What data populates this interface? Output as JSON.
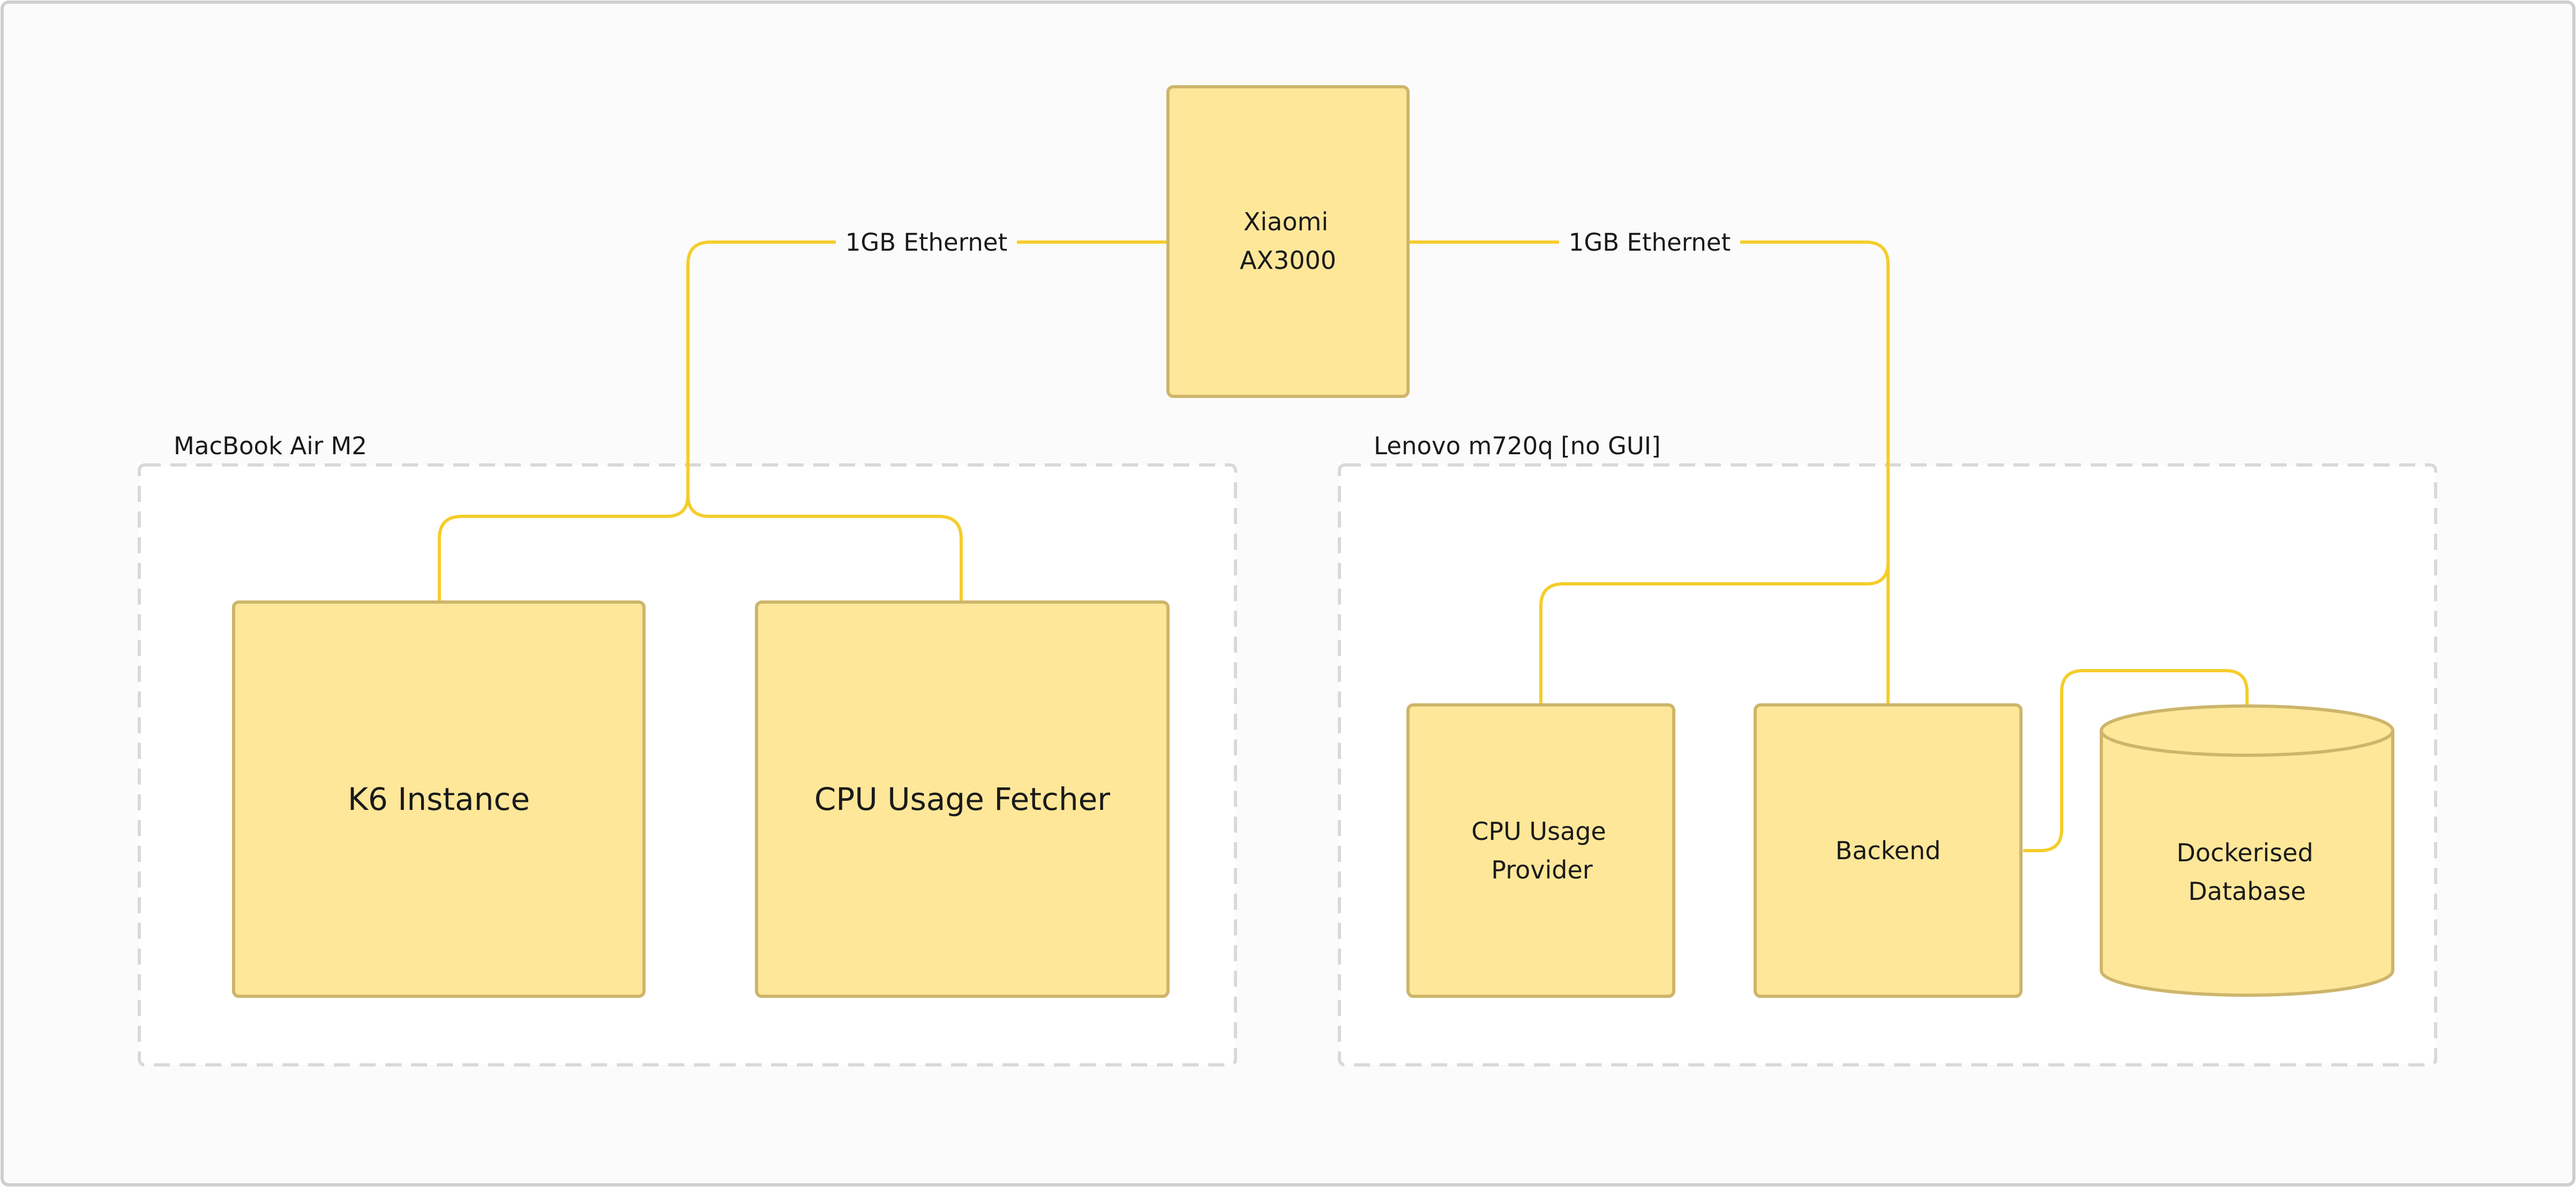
{
  "colors": {
    "background": "#fbfbfb",
    "frame": "#cfcfcf",
    "group_fill": "#ffffff",
    "group_border": "#d9d9d9",
    "node_fill": "#ffe799",
    "node_border": "#cdb56b",
    "connector": "#f5cd2a",
    "text": "#1a1a1a"
  },
  "groups": {
    "macbook": {
      "label": "MacBook Air M2"
    },
    "lenovo": {
      "label": "Lenovo m720q [no GUI]"
    }
  },
  "nodes": {
    "router": {
      "lines": [
        "Xiaomi",
        "AX3000"
      ]
    },
    "k6": {
      "lines": [
        "K6 Instance"
      ]
    },
    "fetcher": {
      "lines": [
        "CPU Usage Fetcher"
      ]
    },
    "provider": {
      "lines": [
        "CPU Usage",
        "Provider"
      ]
    },
    "backend": {
      "lines": [
        "Backend"
      ]
    },
    "database": {
      "lines": [
        "Dockerised",
        "Database"
      ]
    }
  },
  "edges": {
    "left_link": {
      "label": "1GB Ethernet"
    },
    "right_link": {
      "label": "1GB Ethernet"
    }
  }
}
